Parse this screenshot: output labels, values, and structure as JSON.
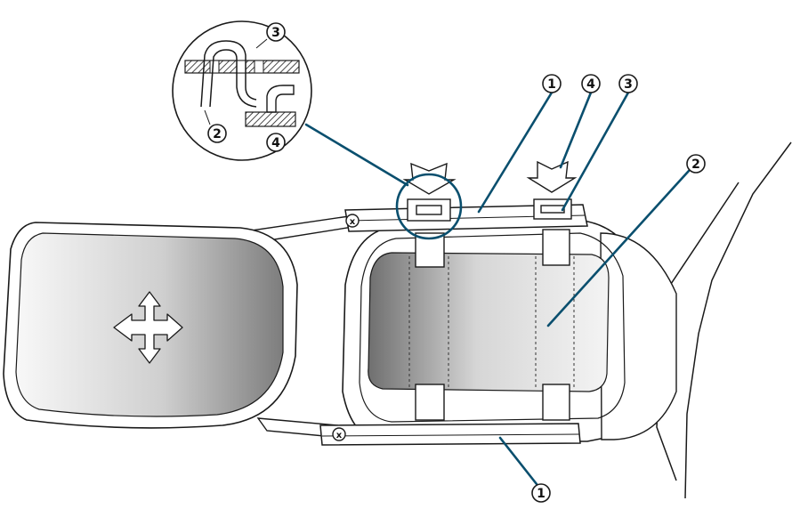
{
  "callouts": {
    "c1_top": "1",
    "c4_top": "4",
    "c3_top": "3",
    "c2_right": "2",
    "c1_bottom": "1",
    "inset_c3": "3",
    "inset_c2": "2",
    "inset_c4": "4"
  },
  "fasteners": {
    "top": "x",
    "bottom": "x"
  },
  "colors": {
    "leader": "#0a4f6e",
    "outline": "#1a1a1a",
    "mirror_light": "#f7f7f7",
    "mirror_dark": "#7a7a7a",
    "strap_fill": "#ffffff"
  },
  "icons": {
    "move_arrows": "four-way-arrow-icon",
    "press_arrow": "down-arrow-icon"
  }
}
